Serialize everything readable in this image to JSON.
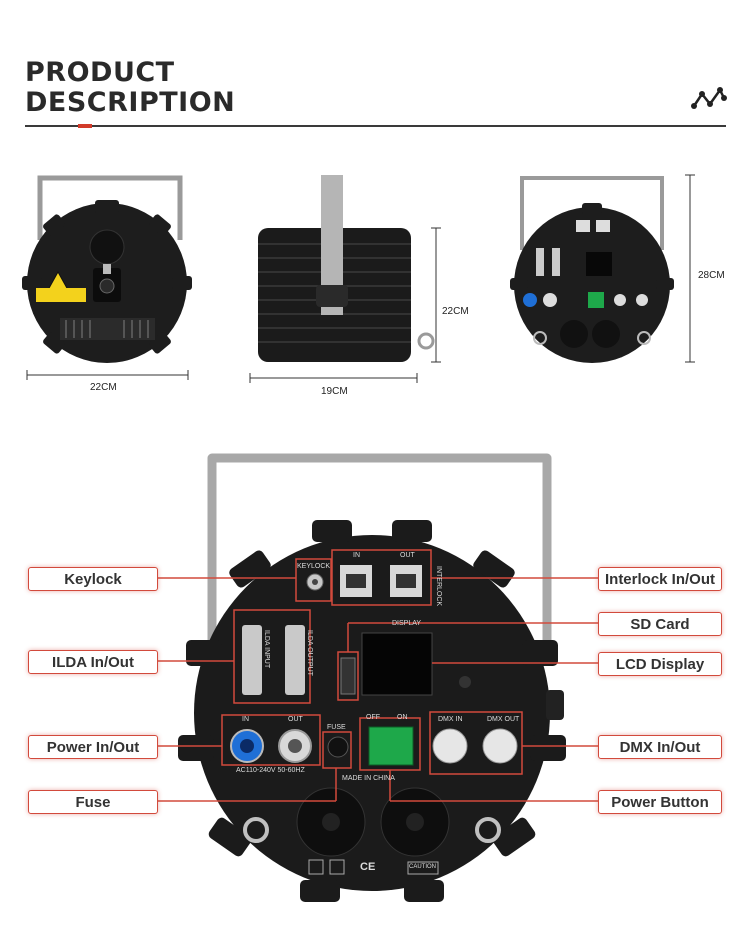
{
  "header": {
    "title_line1": "PRODUCT",
    "title_line2": "DESCRIPTION",
    "logo_icon": "node-graph-icon",
    "accent_color": "#d23b2a"
  },
  "dimensions": {
    "front_width": "22CM",
    "side_height": "22CM",
    "side_length": "19CM",
    "back_height": "28CM"
  },
  "callouts": {
    "keylock": "Keylock",
    "ilda": "ILDA In/Out",
    "power_inout": "Power In/Out",
    "fuse": "Fuse",
    "interlock": "Interlock In/Out",
    "sd_card": "SD Card",
    "lcd": "LCD Display",
    "dmx": "DMX In/Out",
    "power_button": "Power Button"
  },
  "panel_labels": {
    "keylock": "KEYLOCK",
    "in": "IN",
    "out": "OUT",
    "interlock": "INTERLOCK",
    "display": "DISPLAY",
    "ilda_input": "ILDA INPUT",
    "ilda_output": "ILDA OUTPUT",
    "power_in": "IN",
    "power_out": "OUT",
    "fuse": "FUSE",
    "off": "OFF",
    "on": "ON",
    "dmx_in": "DMX IN",
    "dmx_out": "DMX OUT",
    "voltage": "AC110-240V 50-60HZ",
    "made_in": "MADE IN CHINA",
    "ce": "CE",
    "caution": "CAUTION"
  },
  "colors": {
    "callout_border": "#d24a3c",
    "power_connector": "#1f6fd6",
    "switch_green": "#1ea84a",
    "warning_yellow": "#f3d21c"
  }
}
